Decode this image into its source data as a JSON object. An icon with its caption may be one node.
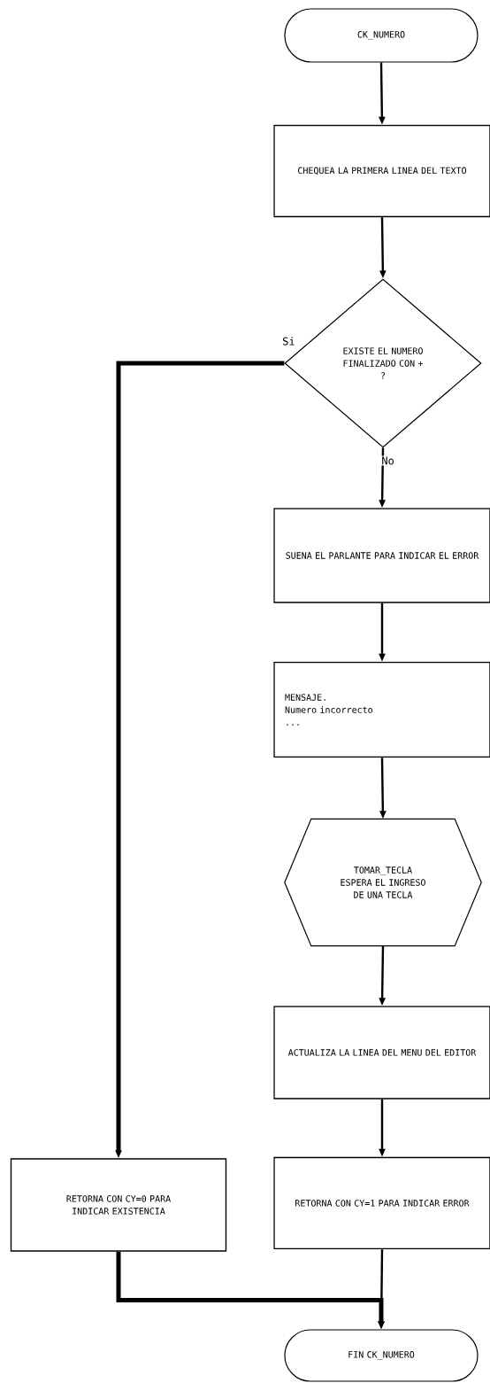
{
  "diagram": {
    "nodes": [
      {
        "text": [
          "CK_NUMERO"
        ]
      },
      {
        "text": [
          "CHEQUEA LA PRIMERA LINEA DEL TEXTO"
        ]
      },
      {
        "text": [
          "EXISTE EL NUMERO FINALIZADO CON +",
          "?"
        ]
      },
      {
        "text": [
          "SUENA EL PARLANTE PARA INDICAR EL ERROR"
        ]
      },
      {
        "text": [
          "MENSAJE.",
          "Numero incorrecto",
          "..."
        ]
      },
      {
        "text": [
          "TOMAR_TECLA",
          "ESPERA EL INGRESO DE UNA TECLA"
        ]
      },
      {
        "text": [
          "ACTUALIZA LA LINEA DEL MENU DEL EDITOR"
        ]
      },
      {
        "text": [
          "RETORNA CON CY=1 PARA INDICAR ERROR"
        ]
      },
      {
        "text": [
          "RETORNA CON CY=0 PARA INDICAR EXISTENCIA"
        ]
      },
      {
        "text": [
          "FIN CK_NUMERO"
        ]
      }
    ],
    "edges": [
      {
        "from": 0,
        "to": 1,
        "arrow": "to"
      },
      {
        "from": 1,
        "to": 2,
        "arrow": "to"
      },
      {
        "from": 2,
        "to": 3,
        "arrow": "to",
        "label": "No"
      },
      {
        "from": 3,
        "to": 4,
        "arrow": "to"
      },
      {
        "from": 4,
        "to": 5,
        "arrow": "to"
      },
      {
        "from": 5,
        "to": 6,
        "arrow": "to"
      },
      {
        "from": 6,
        "to": 7,
        "arrow": "to"
      },
      {
        "from": 2,
        "to": 8,
        "arrow": "to",
        "label": "Si",
        "style": "thick"
      },
      {
        "from": 7,
        "to": 9,
        "arrow": "to"
      },
      {
        "from": 8,
        "to": 9,
        "arrow": "to",
        "style": "thick"
      }
    ]
  }
}
